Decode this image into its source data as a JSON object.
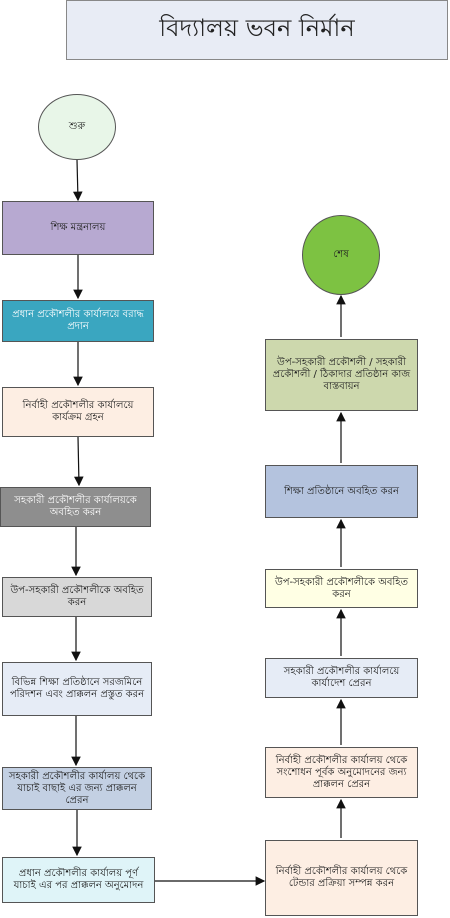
{
  "title": "বিদ্যালয় ভবন নির্মান",
  "start": "শুরু",
  "end": "শেষ",
  "left_steps": [
    "শিক্ষ মন্ত্রনালয়",
    "প্রধান প্রকৌশলীর কার্যালয়ে বরাদ্ধ প্রদান",
    "নির্বাহী প্রকৌশলীর কার্যালয়ে কার্যক্রম গ্রহন",
    "সহকারী প্রকৌশলীর কার্যালয়কে অবহিত করন",
    "উপ-সহকারী প্রকৌশলীকে অবহিত করন",
    "বিভিন্ন শিক্ষা প্রতিষ্ঠানে সরজমিনে পরিদশন এবং প্রাক্কলন প্রস্তুত করন",
    "সহকারী প্রকৌশলীর কার্যালয় থেকে যাচাই বাছাই এর জন্য প্রাক্কলন প্রেরন",
    "প্রধান প্রকৌশলীর কার্যালয় পূর্ণ যাচাই এর পর প্রাক্কলন অনুমোদন"
  ],
  "right_steps": [
    "উপ-সহকারী প্রকৌশলী / সহকারী প্রকৌশলী / ঠিকাদার প্রতিষ্ঠান কাজ বাস্তবায়ন",
    "শিক্ষা প্রতিষ্ঠানে অবহিত করন",
    "উপ-সহকারী প্রকৌশলীকে অবহিত করন",
    "সহকারী প্রকৌশলীর কার্যালয়ে কার্যাদেশ প্রেরন",
    "নির্বাহী প্রকৌশলীর কার্যালয় থেকে সংশোধন পূর্বক অনুমোদনের জন্য প্রাক্কলন প্রেরন",
    "নির্বাহী প্রকৌশলীর কার্যালয় থেকে টেন্ডার প্রক্রিয়া সম্পন্ন করন"
  ],
  "colors": {
    "start_fill": "#e8f6e8",
    "end_fill": "#7dc242",
    "left_fills": [
      "#b7a9d1",
      "#3aa6c0",
      "#fdeee3",
      "#8e8e8e",
      "#d8d8d8",
      "#e6ecf6",
      "#c3d0e3",
      "#dff4f8"
    ],
    "right_fills": [
      "#cdd8ad",
      "#b4c3de",
      "#ffffe4",
      "#e6ecf6",
      "#fdeee3",
      "#fdeee3"
    ]
  }
}
